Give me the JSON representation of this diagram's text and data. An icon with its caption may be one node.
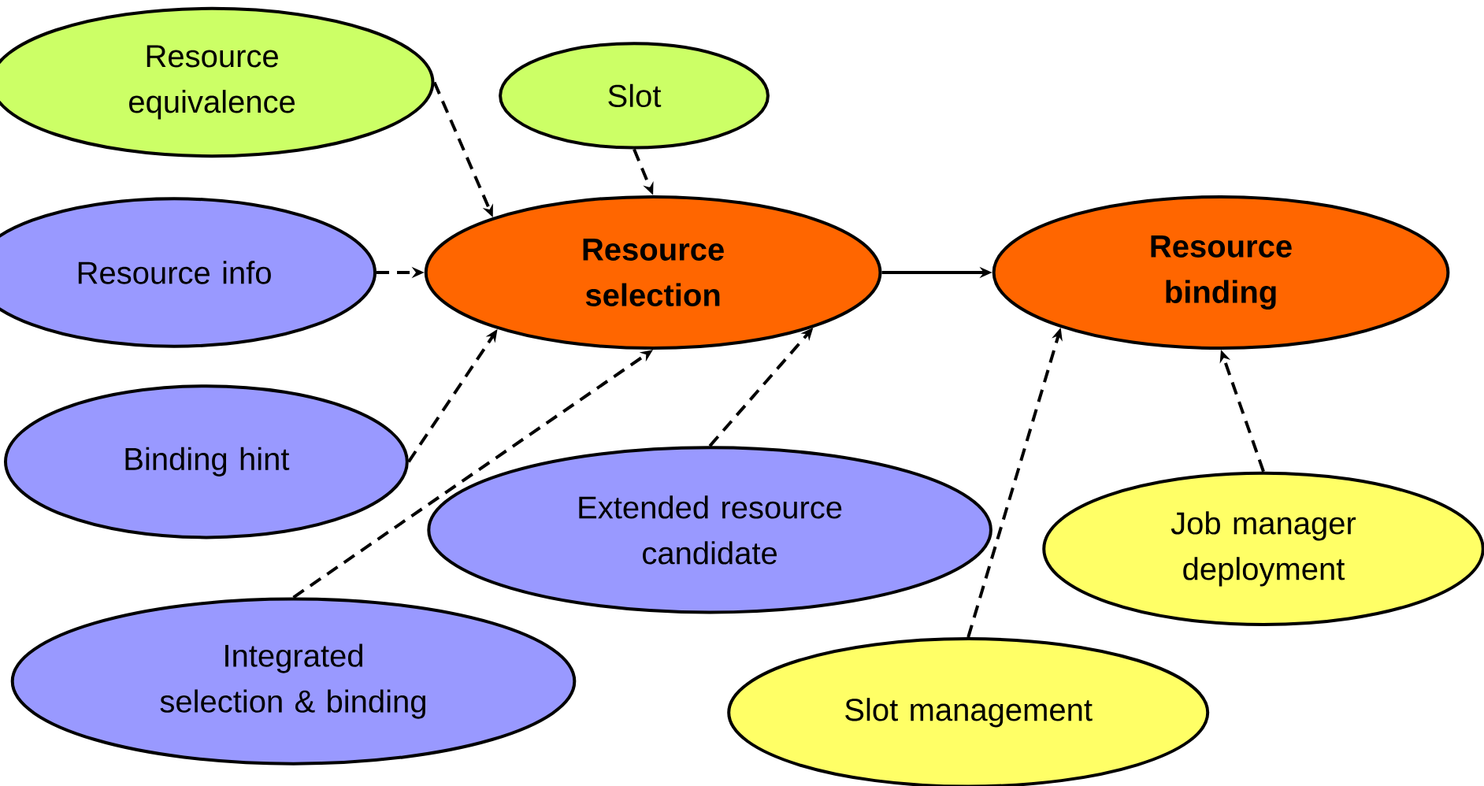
{
  "diagram": {
    "nodes": [
      {
        "text": [
          "Resource equivalence"
        ]
      },
      {
        "text": [
          "Slot"
        ]
      },
      {
        "text": [
          "Resource info"
        ]
      },
      {
        "text": [
          "Resource selection"
        ]
      },
      {
        "text": [
          "Resource binding"
        ]
      },
      {
        "text": [
          "Binding hint"
        ]
      },
      {
        "text": [
          "Extended resource candidate"
        ]
      },
      {
        "text": [
          "Job manager deployment"
        ]
      },
      {
        "text": [
          "Integrated selection & binding"
        ]
      },
      {
        "text": [
          "Slot management"
        ]
      }
    ],
    "edges": [
      {
        "from": 0,
        "to": 3,
        "arrow": "to",
        "style": "dashed"
      },
      {
        "from": 1,
        "to": 3,
        "arrow": "to",
        "style": "dashed"
      },
      {
        "from": 2,
        "to": 3,
        "arrow": "to",
        "style": "dashed"
      },
      {
        "from": 3,
        "to": 4,
        "arrow": "to"
      },
      {
        "from": 5,
        "to": 3,
        "arrow": "to",
        "style": "dashed"
      },
      {
        "from": 8,
        "to": 3,
        "arrow": "to",
        "style": "dashed"
      },
      {
        "from": 6,
        "to": 3,
        "arrow": "to",
        "style": "dashed"
      },
      {
        "from": 9,
        "to": 4,
        "arrow": "to",
        "style": "dashed"
      },
      {
        "from": 7,
        "to": 4,
        "arrow": "to",
        "style": "dashed"
      }
    ]
  }
}
